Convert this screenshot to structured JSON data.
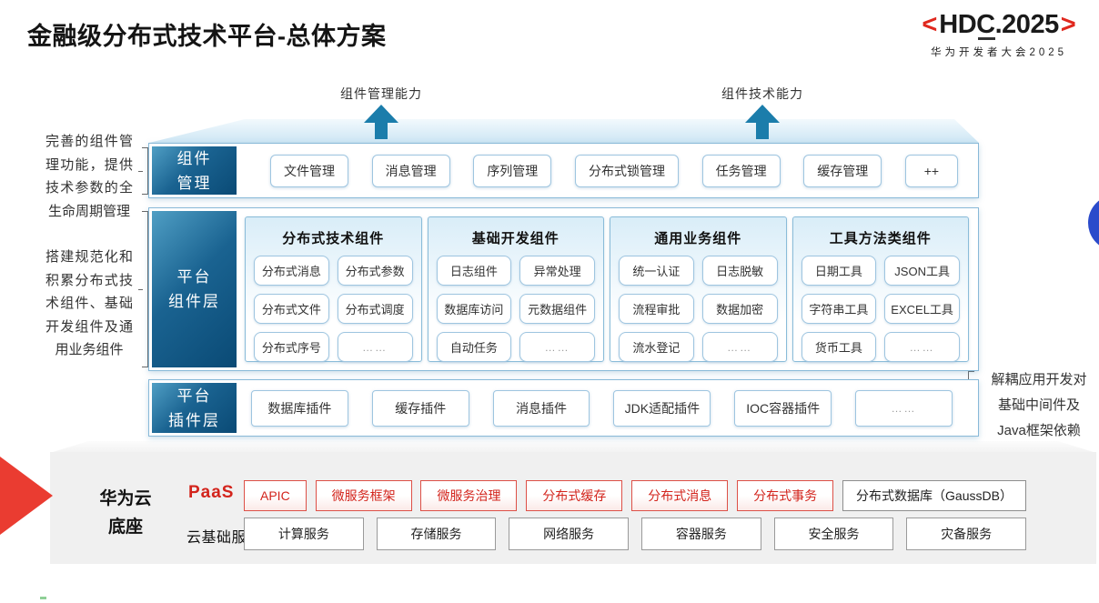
{
  "title": "金融级分布式技术平台-总体方案",
  "logo": {
    "left_angle": "<",
    "text": "HDC.2025",
    "right_angle": ">",
    "subtitle": "华为开发者大会2025"
  },
  "arrows": {
    "management_capability": "组件管理能力",
    "technical_capability": "组件技术能力"
  },
  "left_notes": {
    "note1": "完善的组件管理功能，提供技术参数的全生命周期管理",
    "note2": "搭建规范化和积累分布式技术组件、基础开发组件及通用业务组件"
  },
  "right_note": {
    "lines": [
      "解耦应用开发对",
      "基础中间件及",
      "Java框架依赖"
    ]
  },
  "rows": {
    "management": {
      "label_lines": [
        "组件",
        "管理"
      ],
      "items": [
        "文件管理",
        "消息管理",
        "序列管理",
        "分布式锁管理",
        "任务管理",
        "缓存管理",
        "++"
      ]
    },
    "components": {
      "label_lines": [
        "平台",
        "组件层"
      ],
      "groups": [
        {
          "title": "分布式技术组件",
          "cells": [
            "分布式消息",
            "分布式参数",
            "分布式文件",
            "分布式调度",
            "分布式序号",
            "……"
          ]
        },
        {
          "title": "基础开发组件",
          "cells": [
            "日志组件",
            "异常处理",
            "数据库访问",
            "元数据组件",
            "自动任务",
            "……"
          ]
        },
        {
          "title": "通用业务组件",
          "cells": [
            "统一认证",
            "日志脱敏",
            "流程审批",
            "数据加密",
            "流水登记",
            "……"
          ]
        },
        {
          "title": "工具方法类组件",
          "cells": [
            "日期工具",
            "JSON工具",
            "字符串工具",
            "EXCEL工具",
            "货币工具",
            "……"
          ]
        }
      ]
    },
    "plugins": {
      "label_lines": [
        "平台",
        "插件层"
      ],
      "items": [
        "数据库插件",
        "缓存插件",
        "消息插件",
        "JDK适配插件",
        "IOC容器插件",
        "……"
      ]
    }
  },
  "foundation": {
    "base_label_lines": [
      "华为云",
      "底座"
    ],
    "paas": {
      "label": "PaaS",
      "items_red": [
        "APIC",
        "微服务框架",
        "微服务治理",
        "分布式缓存",
        "分布式消息",
        "分布式事务"
      ],
      "item_neutral": "分布式数据库（GaussDB）"
    },
    "cloud": {
      "label": "云基础服务",
      "items": [
        "计算服务",
        "存储服务",
        "网络服务",
        "容器服务",
        "安全服务",
        "灾备服务"
      ]
    }
  },
  "colors": {
    "brand_red": "#e0281e",
    "paas_red": "#d3241c",
    "arrow_teal": "#1b7dab",
    "layer_label_blue_dark": "#0a4a75",
    "layer_label_blue_light": "#4f9ec4",
    "box_border_blue": "#9ec5e0",
    "foundation_gray": "#f0f0f0",
    "decoration_blue_circle": "#2b4bcb",
    "decoration_red_wedge": "#ea3c31"
  }
}
